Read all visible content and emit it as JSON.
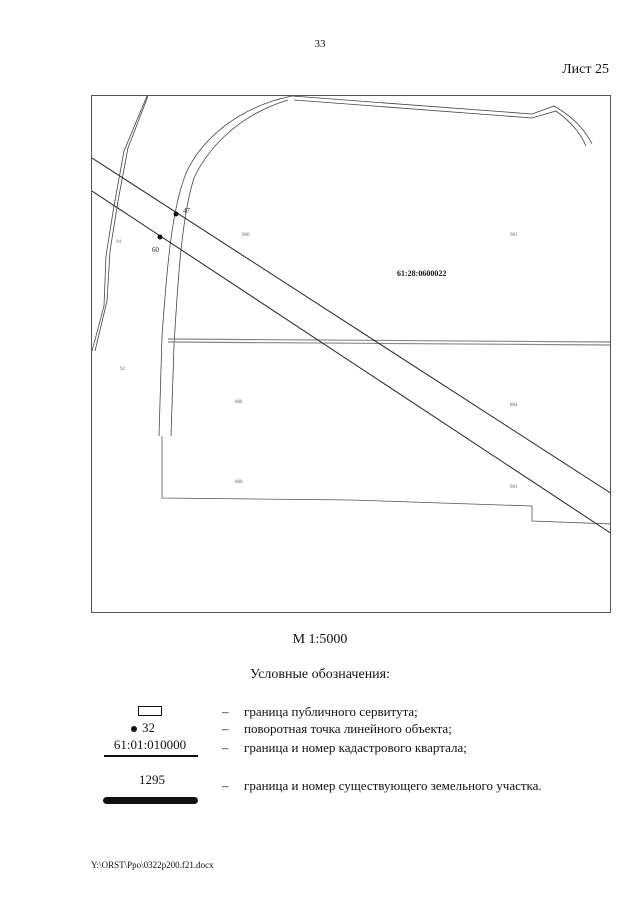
{
  "page": {
    "number": "33",
    "sheet": "Лист 25",
    "file_path": "Y:\\ORST\\Ppo\\0322p200.f21.docx"
  },
  "map": {
    "quarter_number": "61:28:0600022",
    "points": [
      {
        "label": "47"
      },
      {
        "label": "60"
      }
    ],
    "parcel_labels": [
      "94",
      "92",
      "900",
      "981",
      "888",
      "884",
      "880",
      "981"
    ]
  },
  "scale": "М 1:5000",
  "legend": {
    "title": "Условные обозначения:",
    "items": [
      {
        "symbol": "rectangle",
        "dash": "–",
        "text": "граница публичного сервитута;"
      },
      {
        "symbol": "point",
        "sample": "32",
        "dash": "–",
        "text": "поворотная точка линейного объекта;"
      },
      {
        "symbol": "quarter-line",
        "sample": "61:01:010000",
        "dash": "–",
        "text": "граница и номер кадастрового квартала;"
      },
      {
        "symbol": "parcel-bar",
        "sample": "1295",
        "dash": "–",
        "text": "граница и номер существующего земельного участка."
      }
    ]
  }
}
